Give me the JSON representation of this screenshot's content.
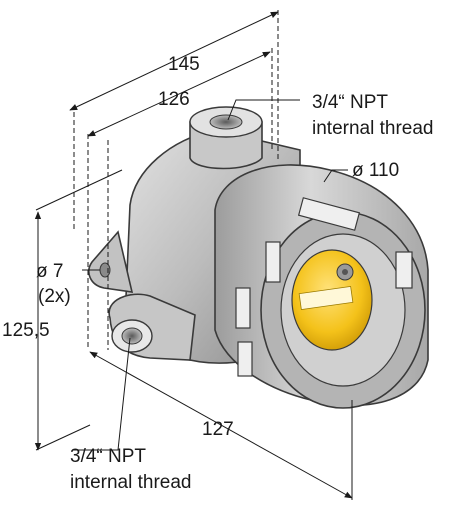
{
  "drawing": {
    "dimensions": {
      "top_width": "145",
      "inner_width": "126",
      "height": "125,5",
      "depth": "127",
      "body_diameter": "ø 110",
      "mounting_hole": "ø 7",
      "mounting_hole_qty": "(2x)"
    },
    "callouts": {
      "top_port_line1": "3/4“ NPT",
      "top_port_line2": "internal thread",
      "bottom_port_line1": "3/4“ NPT",
      "bottom_port_line2": "internal thread"
    },
    "colors": {
      "housing": "#bdbdbd",
      "housing_shadow": "#8f8f8f",
      "housing_light": "#dedede",
      "sensor_yellow": "#f4c21a",
      "dimension_line": "#1a1a1a"
    }
  }
}
